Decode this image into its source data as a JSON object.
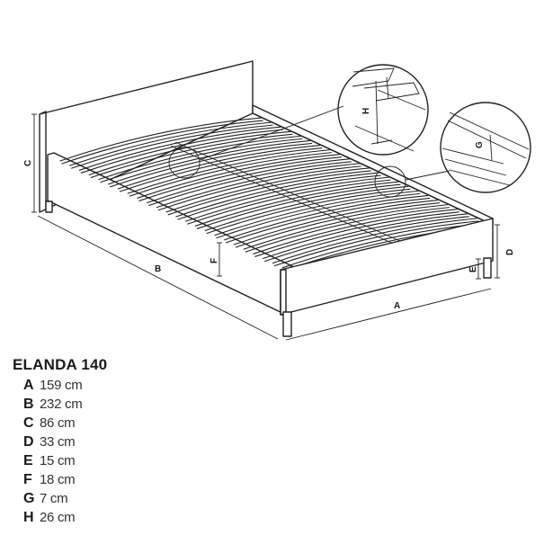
{
  "model": "ELANDA 140",
  "dimensions": [
    {
      "key": "A",
      "value": "159 cm"
    },
    {
      "key": "B",
      "value": "232 cm"
    },
    {
      "key": "C",
      "value": "86 cm"
    },
    {
      "key": "D",
      "value": "33 cm"
    },
    {
      "key": "E",
      "value": "15 cm"
    },
    {
      "key": "F",
      "value": "18 cm"
    },
    {
      "key": "G",
      "value": "7 cm"
    },
    {
      "key": "H",
      "value": "26 cm"
    }
  ],
  "diagram_labels": {
    "A": "A",
    "B": "B",
    "C": "C",
    "D": "D",
    "E": "E",
    "F": "F",
    "G": "G",
    "H": "H"
  }
}
